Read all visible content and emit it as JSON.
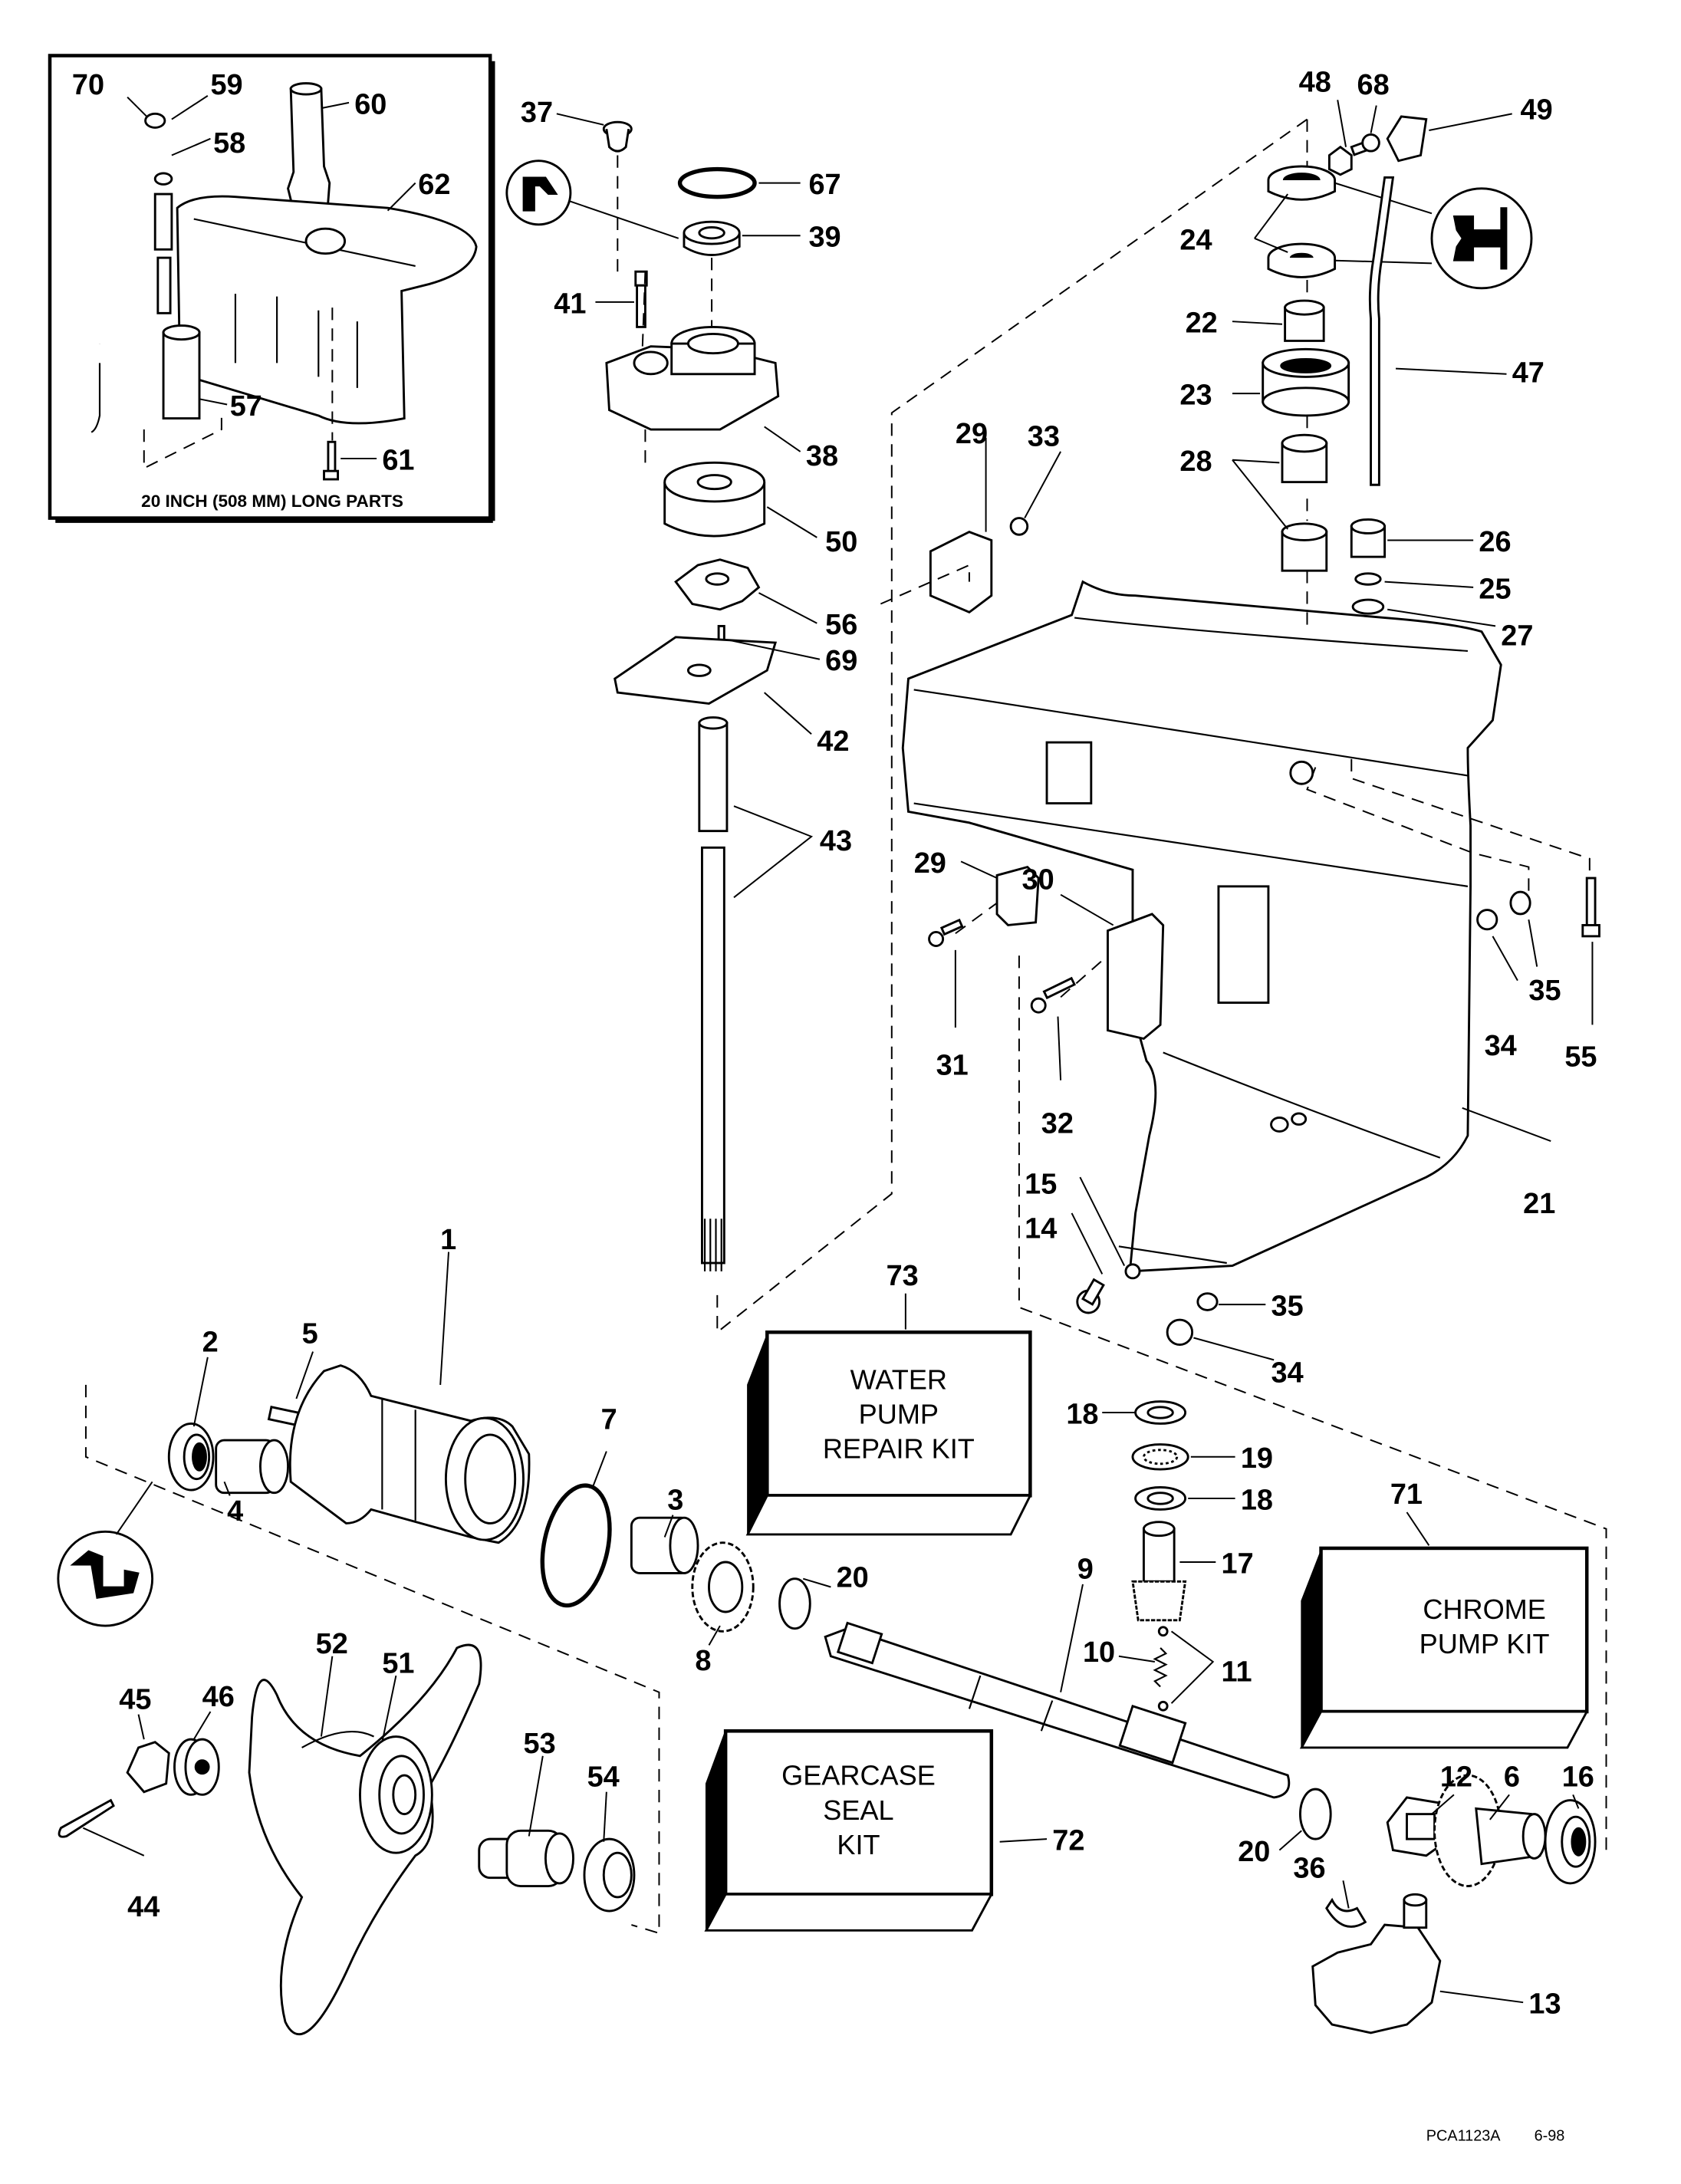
{
  "diagram": {
    "title": "Gearcase exploded parts diagram",
    "inset": {
      "caption": "20 INCH (508 MM) LONG PARTS",
      "callouts": [
        "70",
        "59",
        "58",
        "60",
        "62",
        "57",
        "61"
      ]
    },
    "callouts": {
      "c1": "1",
      "c2": "2",
      "c3": "3",
      "c4": "4",
      "c5": "5",
      "c6": "6",
      "c7": "7",
      "c8": "8",
      "c9": "9",
      "c10": "10",
      "c11": "11",
      "c12": "12",
      "c13": "13",
      "c14": "14",
      "c15": "15",
      "c16": "16",
      "c17": "17",
      "c18a": "18",
      "c18b": "18",
      "c19": "19",
      "c20a": "20",
      "c20b": "20",
      "c21": "21",
      "c22": "22",
      "c23": "23",
      "c24": "24",
      "c25": "25",
      "c26": "26",
      "c27": "27",
      "c28": "28",
      "c29a": "29",
      "c29b": "29",
      "c30": "30",
      "c31": "31",
      "c32": "32",
      "c33": "33",
      "c34a": "34",
      "c34b": "34",
      "c35a": "35",
      "c35b": "35",
      "c36": "36",
      "c37": "37",
      "c38": "38",
      "c39": "39",
      "c41": "41",
      "c42": "42",
      "c43": "43",
      "c44": "44",
      "c45": "45",
      "c46": "46",
      "c47": "47",
      "c48": "48",
      "c49": "49",
      "c50": "50",
      "c51": "51",
      "c52": "52",
      "c53": "53",
      "c54": "54",
      "c55": "55",
      "c56": "56",
      "c67": "67",
      "c68": "68",
      "c69": "69",
      "c71": "71",
      "c72": "72",
      "c73": "73"
    },
    "kits": {
      "water_pump": [
        "WATER",
        "PUMP",
        "REPAIR KIT"
      ],
      "chrome_pump": [
        "CHROME",
        "PUMP KIT"
      ],
      "gearcase_seal": [
        "GEARCASE",
        "SEAL",
        "KIT"
      ]
    },
    "footer": {
      "code": "PCA1123A",
      "date": "6-98"
    }
  }
}
